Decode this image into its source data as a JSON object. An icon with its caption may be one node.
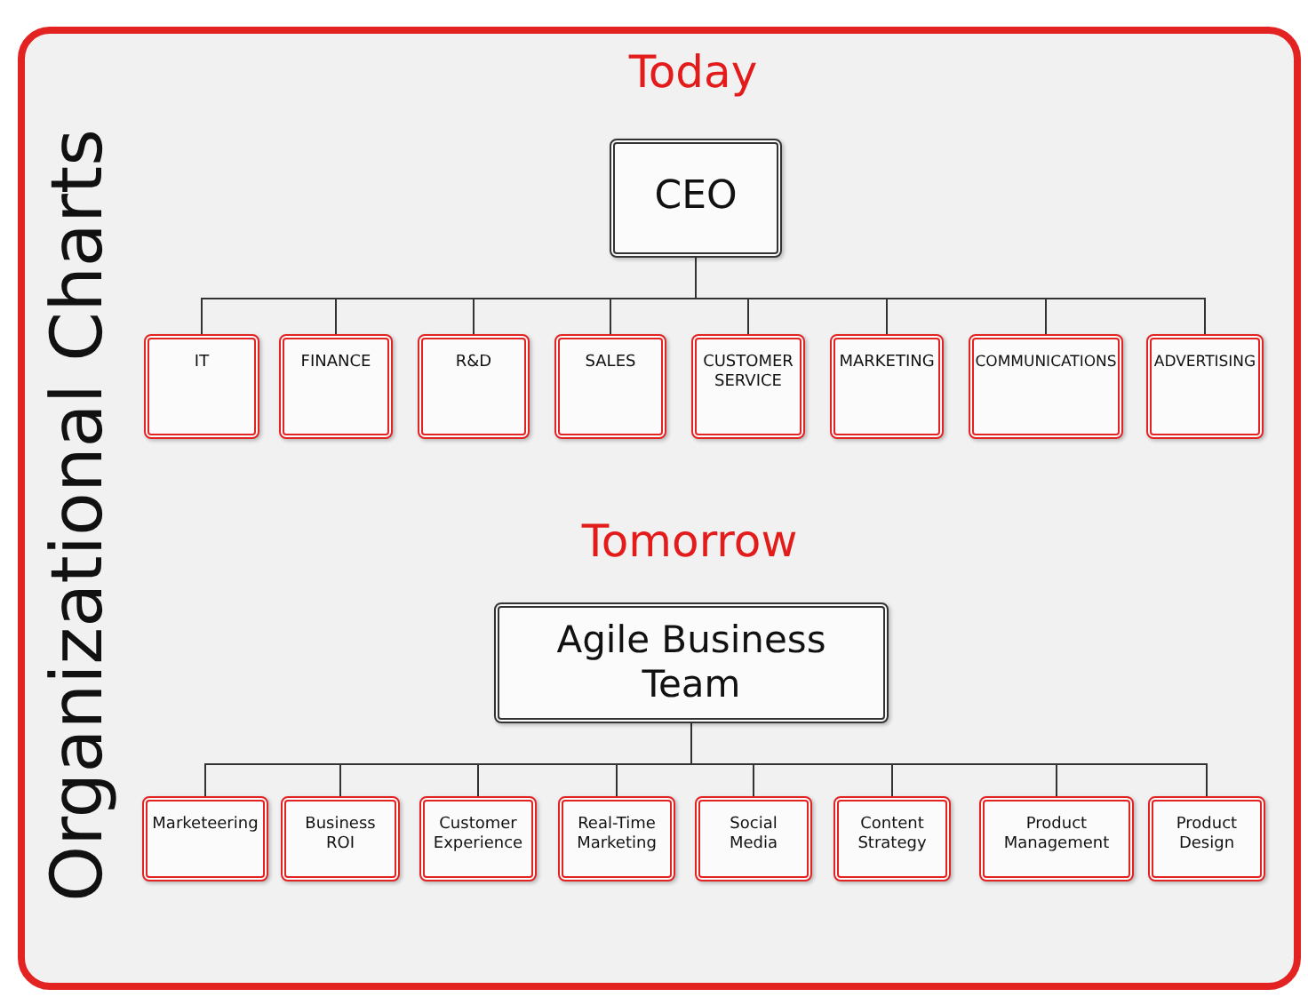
{
  "diagram": {
    "title": "Organizational Charts",
    "nodes": [
      {
        "text": [
          "CEO"
        ]
      },
      {
        "text": [
          "IT"
        ]
      },
      {
        "text": [
          "FINANCE"
        ]
      },
      {
        "text": [
          "R&D"
        ]
      },
      {
        "text": [
          "SALES"
        ]
      },
      {
        "text": [
          "CUSTOMER SERVICE"
        ]
      },
      {
        "text": [
          "MARKETING"
        ]
      },
      {
        "text": [
          "COMMUNICATIONS"
        ]
      },
      {
        "text": [
          "ADVERTISING"
        ]
      },
      {
        "text": [
          "Agile Business Team"
        ]
      },
      {
        "text": [
          "Marketeering"
        ]
      },
      {
        "text": [
          "Business ROI"
        ]
      },
      {
        "text": [
          "Customer Experience"
        ]
      },
      {
        "text": [
          "Real-Time Marketing"
        ]
      },
      {
        "text": [
          "Social Media"
        ]
      },
      {
        "text": [
          "Content Strategy"
        ]
      },
      {
        "text": [
          "Product Management"
        ]
      },
      {
        "text": [
          "Product Design"
        ]
      }
    ],
    "edges": [
      {
        "from": 0,
        "to": 1,
        "arrow": "none"
      },
      {
        "from": 0,
        "to": 2,
        "arrow": "none"
      },
      {
        "from": 0,
        "to": 3,
        "arrow": "none"
      },
      {
        "from": 0,
        "to": 4,
        "arrow": "none"
      },
      {
        "from": 0,
        "to": 5,
        "arrow": "none"
      },
      {
        "from": 0,
        "to": 6,
        "arrow": "none"
      },
      {
        "from": 0,
        "to": 7,
        "arrow": "none"
      },
      {
        "from": 0,
        "to": 8,
        "arrow": "none"
      },
      {
        "from": 9,
        "to": 10,
        "arrow": "none"
      },
      {
        "from": 9,
        "to": 11,
        "arrow": "none"
      },
      {
        "from": 9,
        "to": 12,
        "arrow": "none"
      },
      {
        "from": 9,
        "to": 13,
        "arrow": "none"
      },
      {
        "from": 9,
        "to": 14,
        "arrow": "none"
      },
      {
        "from": 9,
        "to": 15,
        "arrow": "none"
      },
      {
        "from": 9,
        "to": 16,
        "arrow": "none"
      },
      {
        "from": 9,
        "to": 17,
        "arrow": "none"
      }
    ],
    "labels": [
      "Today",
      "Tomorrow"
    ]
  }
}
